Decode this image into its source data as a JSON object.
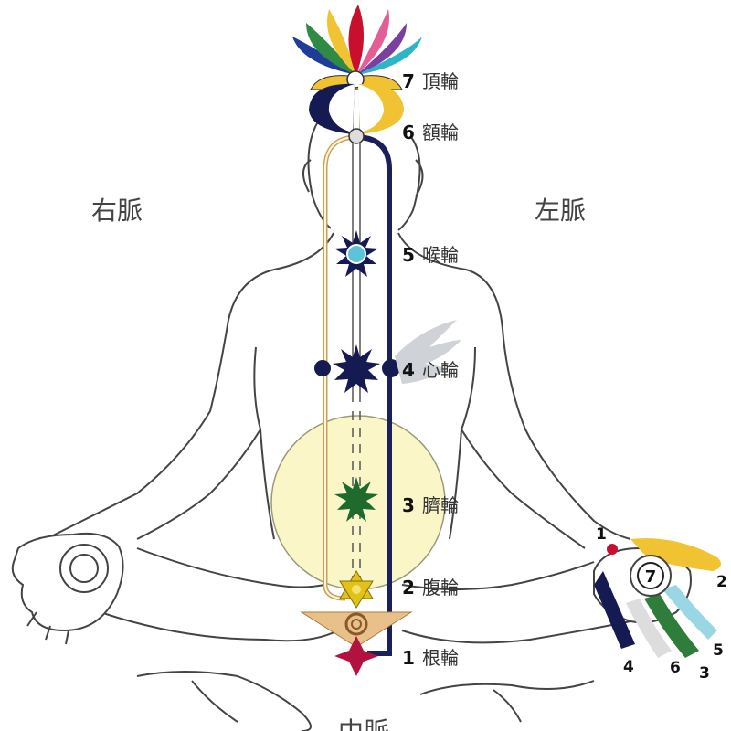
{
  "side_labels": {
    "right_channel": "右脈",
    "left_channel": "左脈",
    "central_channel_partial": "中脈"
  },
  "chakras": [
    {
      "number": "7",
      "name": "頂輪"
    },
    {
      "number": "6",
      "name": "額輪"
    },
    {
      "number": "5",
      "name": "喉輪"
    },
    {
      "number": "4",
      "name": "心輪"
    },
    {
      "number": "3",
      "name": "臍輪"
    },
    {
      "number": "2",
      "name": "腹輪"
    },
    {
      "number": "1",
      "name": "根輪"
    }
  ],
  "right_palm": {
    "center_number": "7"
  },
  "left_hand_fingers": [
    {
      "number": "1"
    },
    {
      "number": "2"
    },
    {
      "number": "5"
    },
    {
      "number": "3"
    },
    {
      "number": "6"
    },
    {
      "number": "4"
    }
  ],
  "colors": {
    "outline": "#444444",
    "left_channel": "#1b1f5c",
    "right_channel": "#c9a15a",
    "sun_disk": "#fbf6c8",
    "chakra_1": "#b3123e",
    "chakra_2": "#e0c21a",
    "chakra_3": "#1f6b2e",
    "chakra_4": "#161a52",
    "chakra_5": "#5cc3d9",
    "chakra_6": "#dddddd",
    "chakra_7": "#ffffff"
  }
}
